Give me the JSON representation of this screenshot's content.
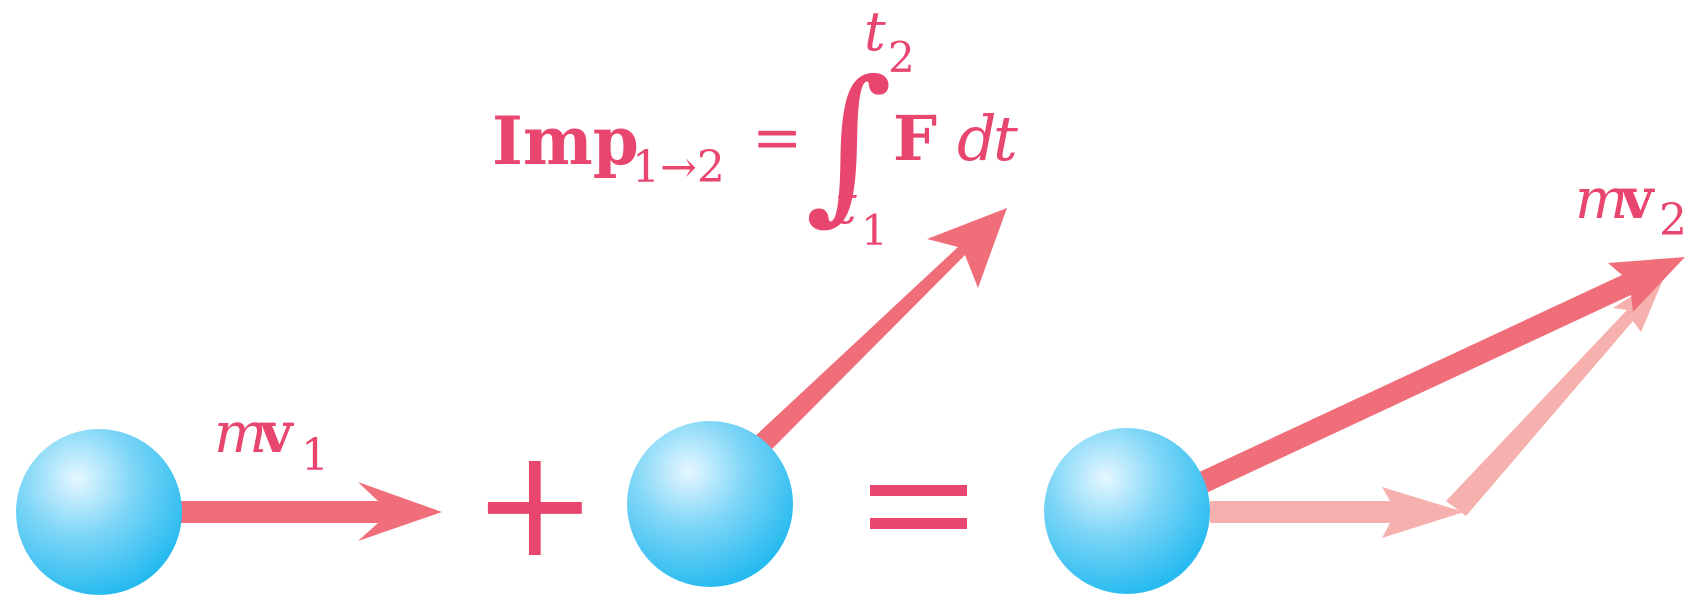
{
  "colors": {
    "accent": "#e8466f",
    "arrow": "#ef6e7a",
    "arrow_light": "#f6b0ad",
    "ball_light": "#e6f7ff",
    "ball_mid": "#7fd6f7",
    "ball_dark": "#1fb8ef"
  },
  "equation": {
    "imp": "Imp",
    "sub": "1→2",
    "equals": "=",
    "integral": "∫",
    "upper": "t",
    "upper_sub": "2",
    "lower": "t",
    "lower_sub": "1",
    "force": "F",
    "d": "d",
    "t": "t"
  },
  "operators": {
    "plus": "+",
    "equals": "="
  },
  "labels": {
    "mv1_m": "m",
    "mv1_v": "v",
    "mv1_sub": "1",
    "mv2_m": "m",
    "mv2_v": "v",
    "mv2_sub": "2"
  }
}
